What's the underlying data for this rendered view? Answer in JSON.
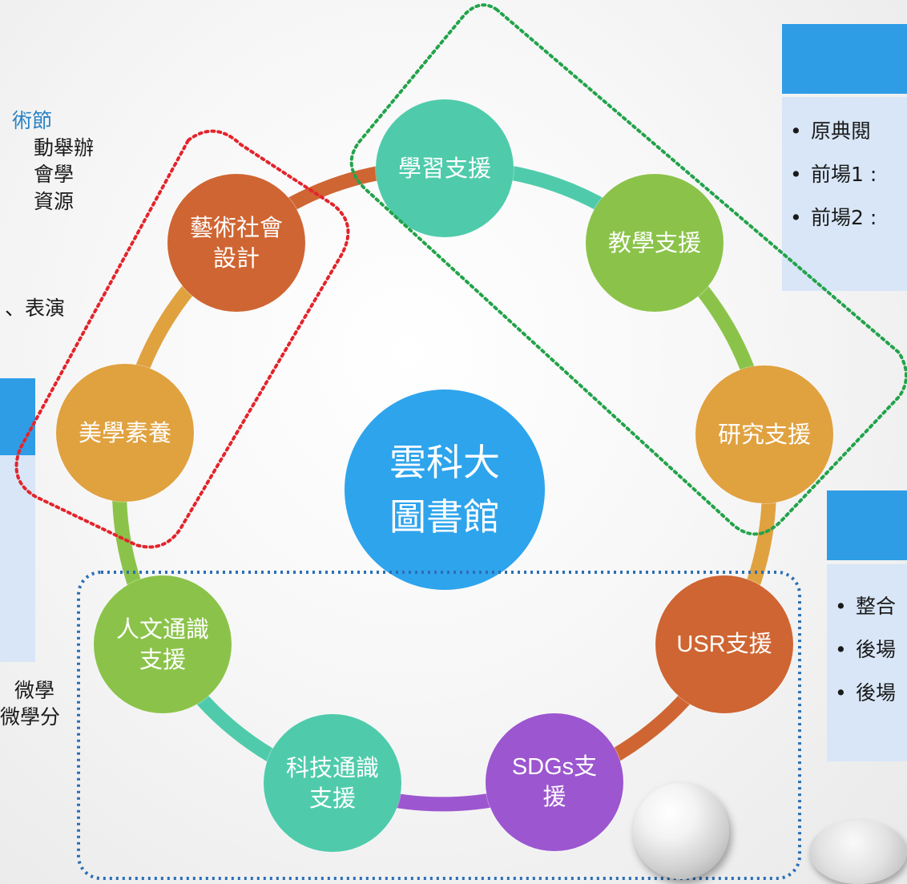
{
  "center": {
    "label": "雲科大圖書館"
  },
  "nodes": [
    {
      "id": "learning",
      "label": "學習支援"
    },
    {
      "id": "teaching",
      "label": "教學支援"
    },
    {
      "id": "research",
      "label": "研究支援"
    },
    {
      "id": "usr",
      "label": "USR支援"
    },
    {
      "id": "sdgs",
      "label": "SDGs支援"
    },
    {
      "id": "tech",
      "label": "科技通識支援"
    },
    {
      "id": "humanities",
      "label": "人文通識支援"
    },
    {
      "id": "aesthetics",
      "label": "美學素養"
    },
    {
      "id": "arts",
      "label": "藝術社會設計"
    }
  ],
  "colors": {
    "learning": "#4fcbab",
    "teaching": "#8bc34a",
    "research": "#e0a13f",
    "usr": "#cf6532",
    "sdgs": "#9c56cf",
    "tech": "#4fcbab",
    "humanities": "#8bc34a",
    "aesthetics": "#e0a13f",
    "arts": "#cf6532",
    "center": "#2ea4ec",
    "red_group": "#e3242b",
    "green_group": "#22a34a",
    "blue_group": "#2b6fb5",
    "panel_header": "#2e9de6",
    "panel_body": "#d8e6f7"
  },
  "left_text": {
    "line1": "術節",
    "line2": "動舉辦",
    "line3": "會學",
    "line4": "資源",
    "line5": "、表演",
    "line6": "微學",
    "line7": "微學分"
  },
  "right_top_panel": {
    "items": [
      {
        "bullet": "•",
        "text": "原典閱"
      },
      {
        "bullet": "•",
        "text": "前場1 :"
      },
      {
        "bullet": "•",
        "text": "前場2 :"
      }
    ]
  },
  "right_bottom_panel": {
    "items": [
      {
        "bullet": "•",
        "text": "整合"
      },
      {
        "bullet": "•",
        "text": "後場"
      },
      {
        "bullet": "•",
        "text": "後場"
      }
    ]
  }
}
